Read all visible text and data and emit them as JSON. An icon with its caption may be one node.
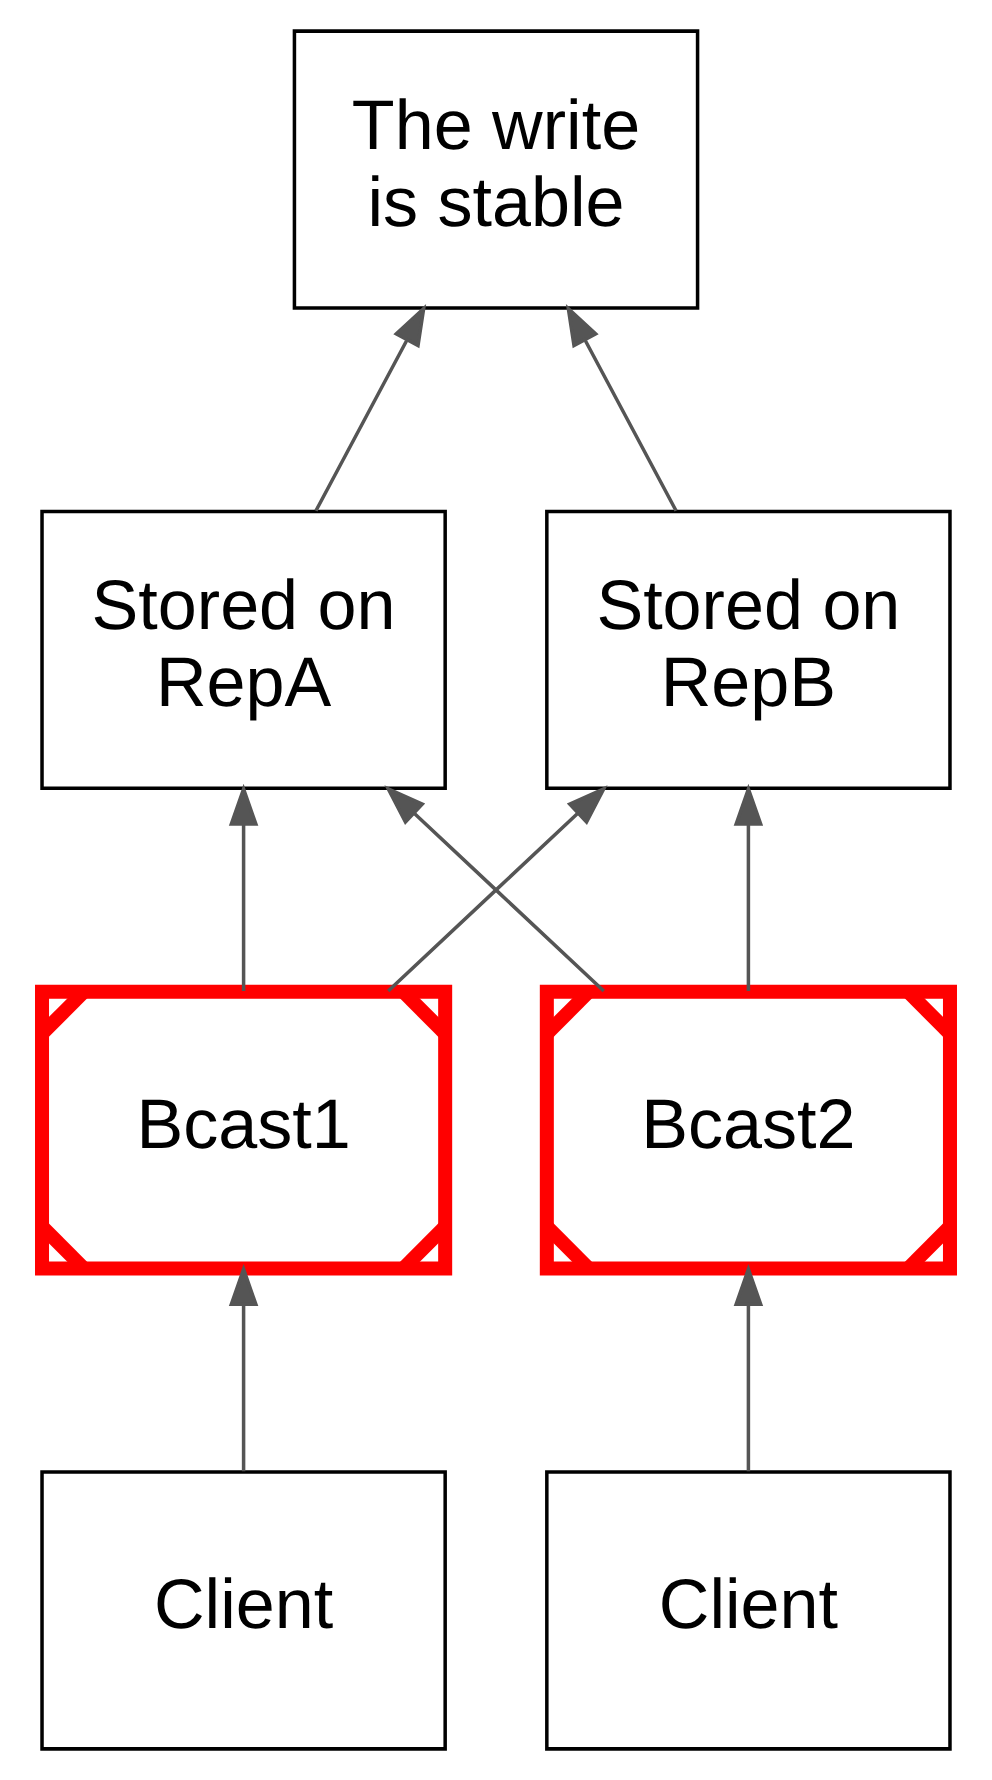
{
  "diagram": {
    "nodes": [
      {
        "text": [
          "The write is stable"
        ]
      },
      {
        "text": [
          "Stored on RepA"
        ]
      },
      {
        "text": [
          "Stored on RepB"
        ]
      },
      {
        "text": [
          "Bcast1"
        ]
      },
      {
        "text": [
          "Bcast2"
        ]
      },
      {
        "text": [
          "Client"
        ]
      },
      {
        "text": [
          "Client"
        ]
      }
    ],
    "edges": [
      {
        "from": 1,
        "to": 0,
        "arrow": "to"
      },
      {
        "from": 2,
        "to": 0,
        "arrow": "to"
      },
      {
        "from": 3,
        "to": 1,
        "arrow": "to"
      },
      {
        "from": 3,
        "to": 2,
        "arrow": "to"
      },
      {
        "from": 4,
        "to": 1,
        "arrow": "to"
      },
      {
        "from": 4,
        "to": 2,
        "arrow": "to"
      },
      {
        "from": 5,
        "to": 3,
        "arrow": "to"
      },
      {
        "from": 6,
        "to": 4,
        "arrow": "to"
      }
    ]
  }
}
